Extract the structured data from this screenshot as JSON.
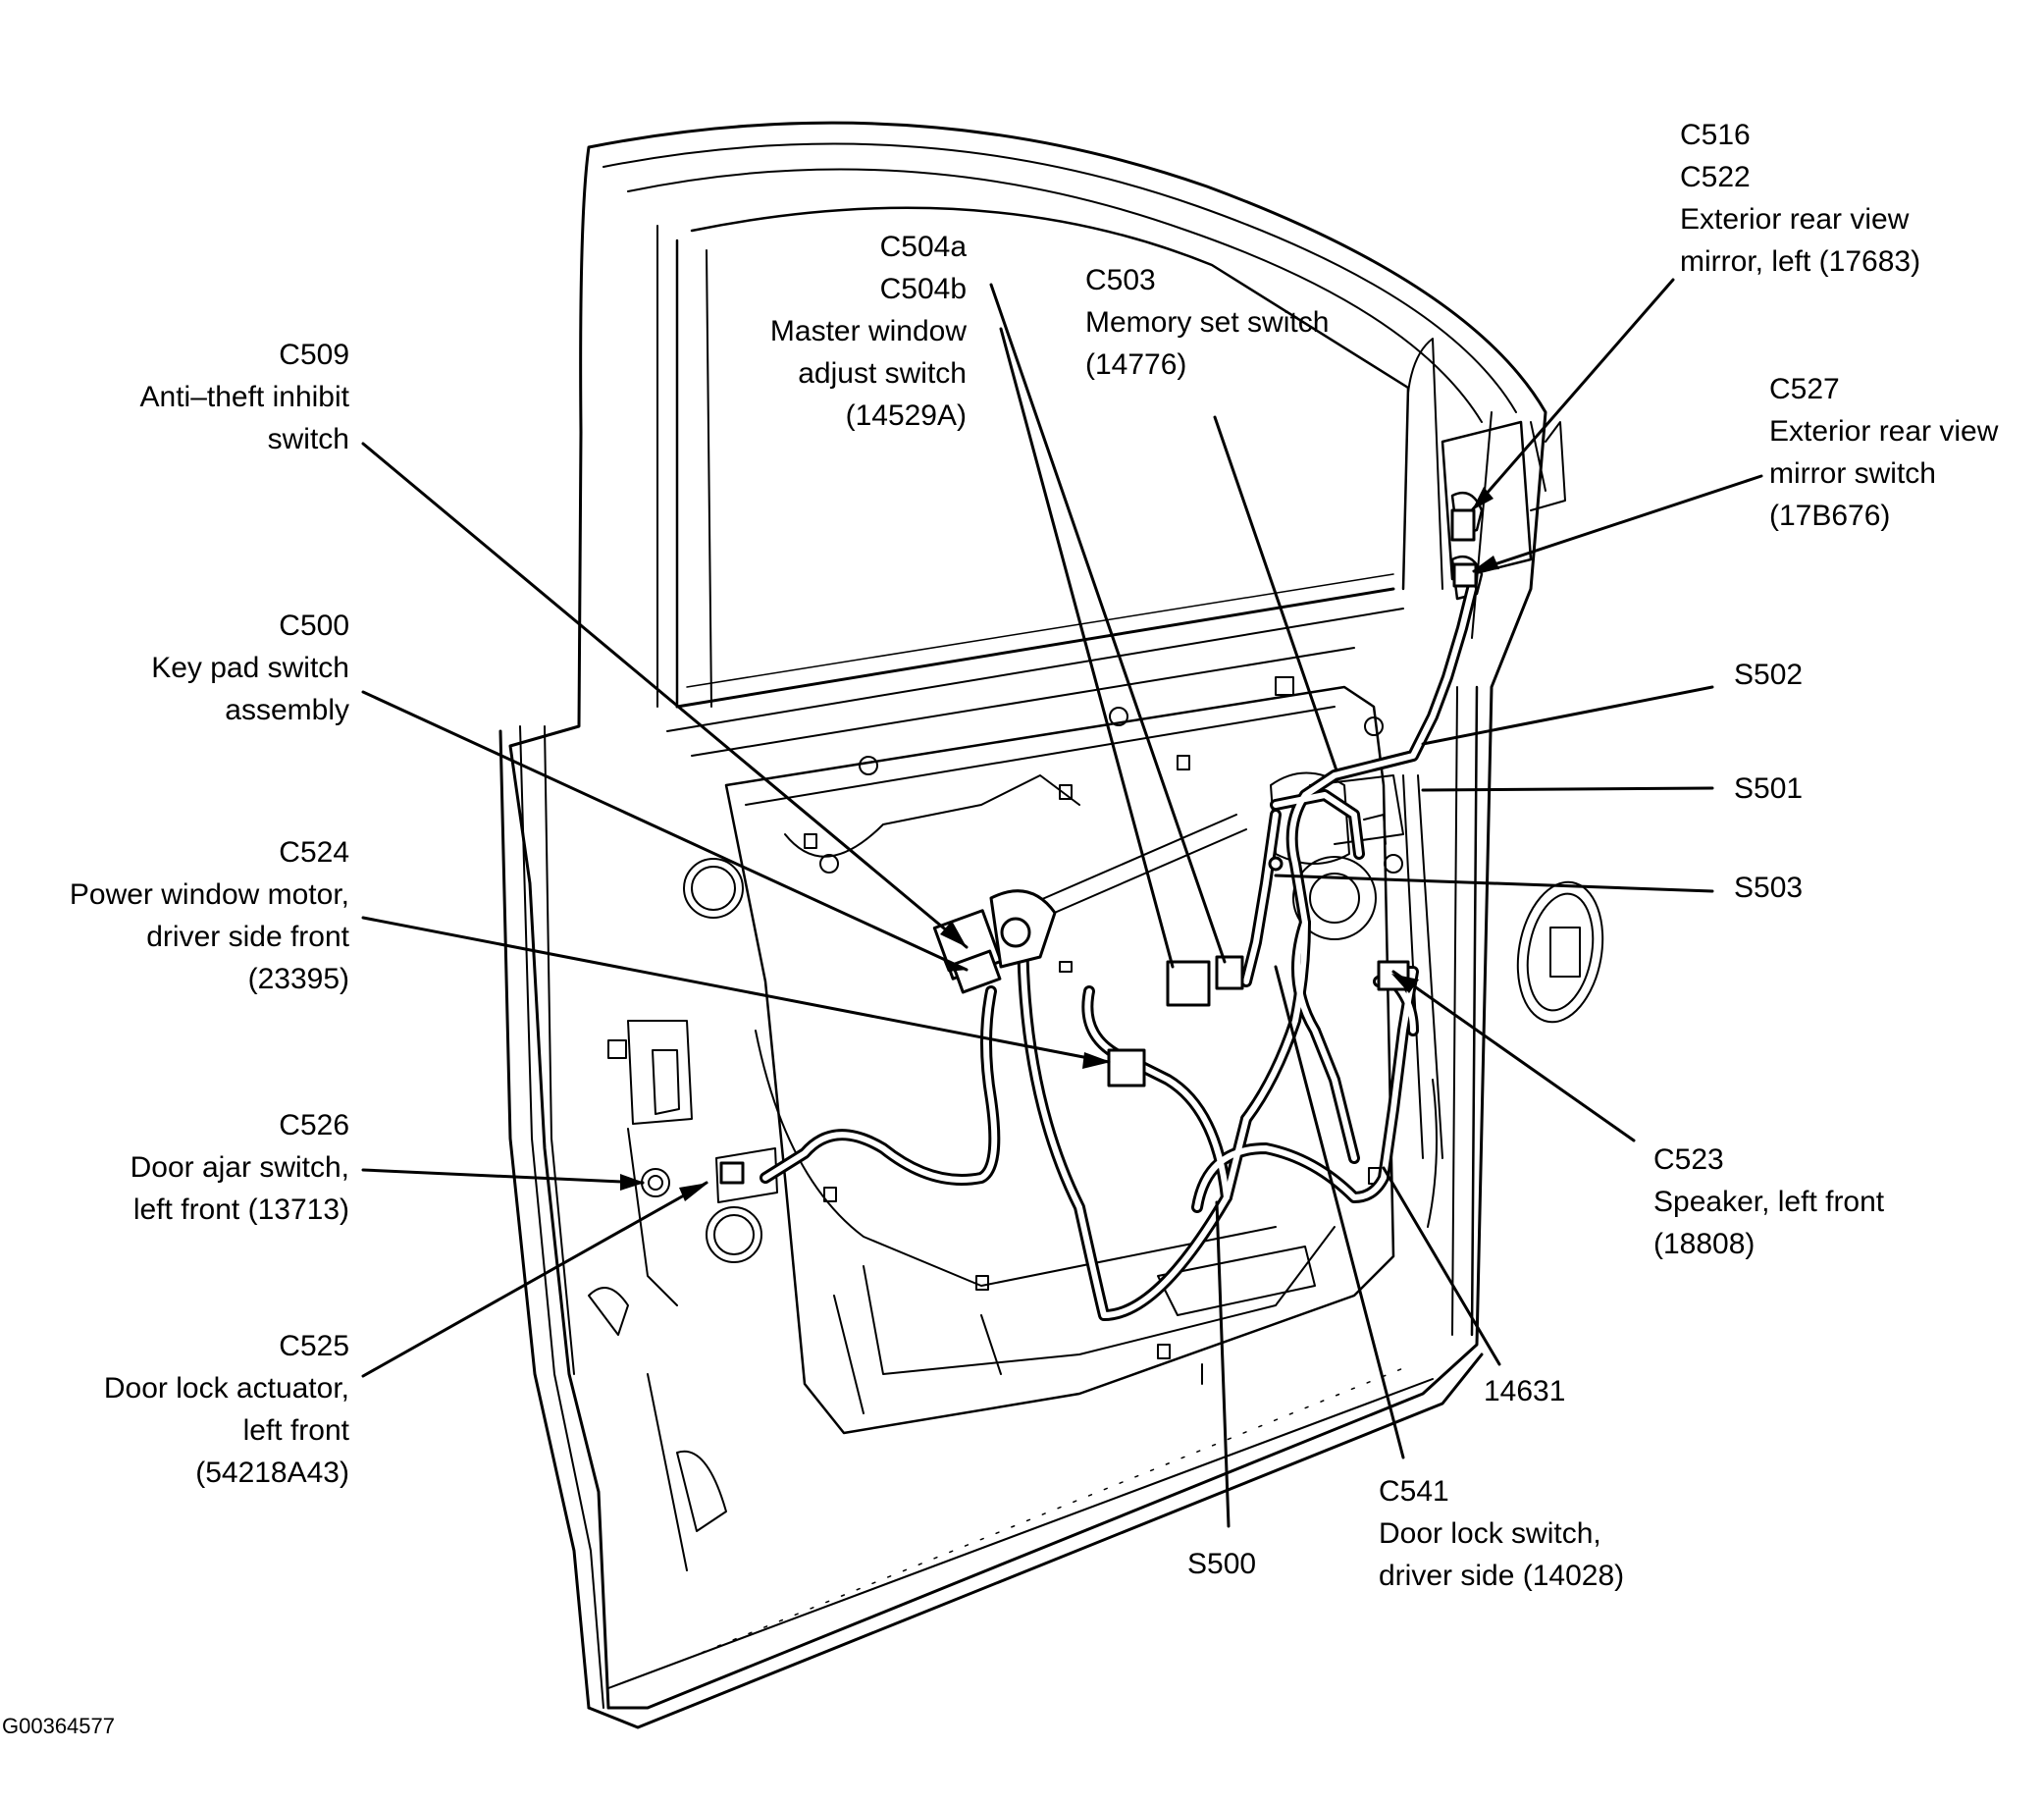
{
  "labels": {
    "c509": [
      "C509",
      "Anti–theft inhibit",
      "switch"
    ],
    "c500": [
      "C500",
      "Key pad switch",
      "assembly"
    ],
    "c524": [
      "C524",
      "Power window motor,",
      "driver side front",
      "(23395)"
    ],
    "c526": [
      "C526",
      "Door ajar switch,",
      "left front (13713)"
    ],
    "c525": [
      "C525",
      "Door lock actuator,",
      "left front",
      "(54218A43)"
    ],
    "c504": [
      "C504a",
      "C504b",
      "Master window",
      "adjust switch",
      "(14529A)"
    ],
    "c503": [
      "C503",
      "Memory set switch",
      "(14776)"
    ],
    "c516": [
      "C516",
      "C522",
      "Exterior rear view",
      "mirror, left (17683)"
    ],
    "c527": [
      "C527",
      "Exterior rear view",
      "mirror switch",
      "(17B676)"
    ],
    "s502": [
      "S502"
    ],
    "s501": [
      "S501"
    ],
    "s503": [
      "S503"
    ],
    "c523": [
      "C523",
      "Speaker, left front",
      "(18808)"
    ],
    "harness_14631": [
      "14631"
    ],
    "c541": [
      "C541",
      "Door lock switch,",
      "driver side (14028)"
    ],
    "s500": [
      "S500"
    ]
  },
  "figure_id": "G00364577",
  "colors": {
    "line": "#000000",
    "background": "#ffffff"
  }
}
